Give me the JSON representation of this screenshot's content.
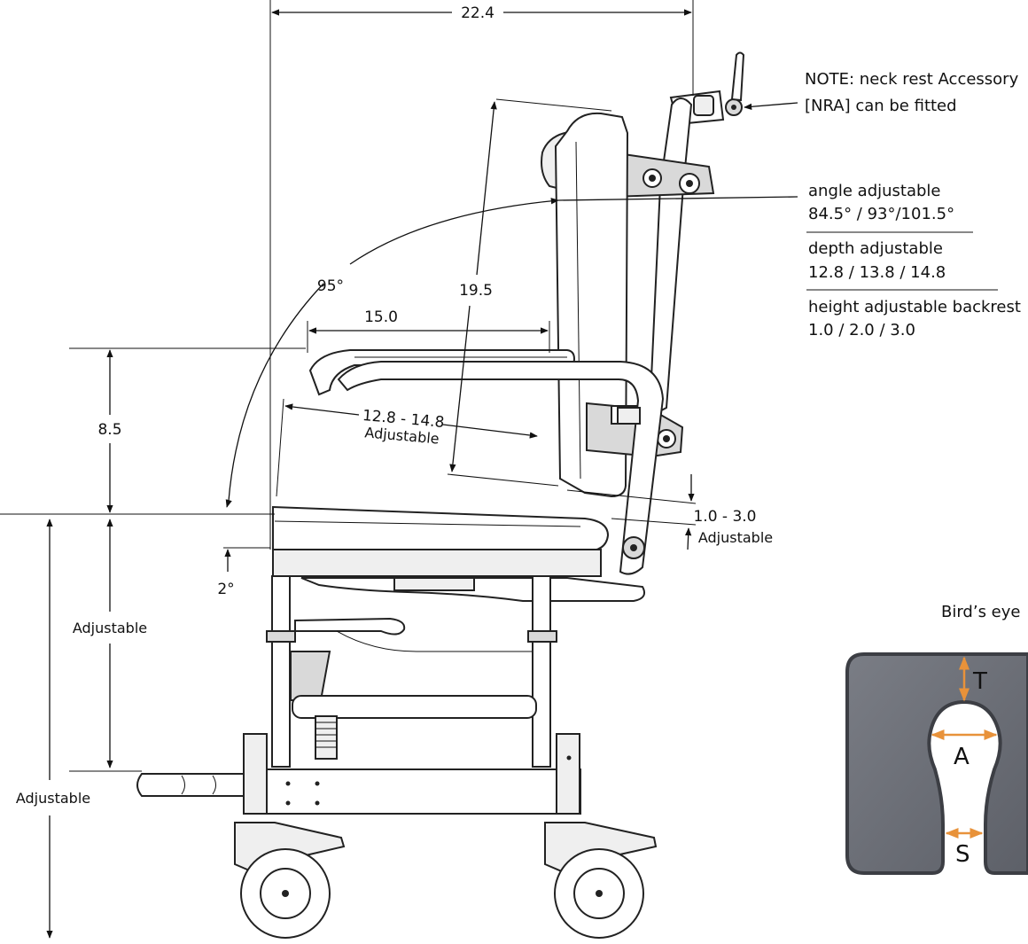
{
  "diagram": {
    "dims": {
      "overall_width": "22.4",
      "back_height": "19.5",
      "recline_angle": "95°",
      "armrest_length": "15.0",
      "seat_depth": "12.8 - 14.8",
      "seat_depth_note": "Adjustable",
      "arm_height": "8.5",
      "seat_tilt": "2°",
      "backrest_offset": "1.0 - 3.0",
      "backrest_offset_note": "Adjustable",
      "seat_height_label": "Adjustable",
      "footrest_label": "Adjustable"
    },
    "notes": {
      "neck_line1": "NOTE: neck rest Accessory",
      "neck_line2": "[NRA] can be fitted",
      "angle_title": "angle adjustable",
      "angle_values": "84.5°  / 93°/101.5°",
      "depth_title": "depth adjustable",
      "depth_values": "12.8 / 13.8 / 14.8",
      "height_title": "height adjustable backrest",
      "height_values": "1.0 / 2.0 / 3.0"
    },
    "birds_eye": {
      "title": "Bird’s eye",
      "label_t": "T",
      "label_a": "A",
      "label_s": "S",
      "seat_color": "#6b6e75",
      "arrow_color": "#e8923a"
    }
  }
}
